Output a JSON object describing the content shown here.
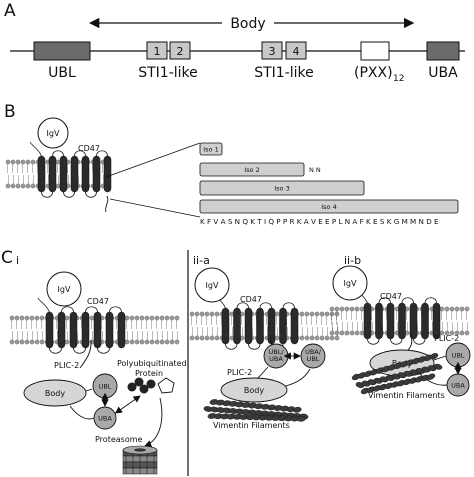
{
  "panel_a": {
    "label": "A",
    "body_label": "Body",
    "domains": {
      "ubl": "UBL",
      "sti1_a": "STI1-like",
      "sti1_b": "STI1-like",
      "pxx": "(PXX)",
      "pxx_sub": "12",
      "uba": "UBA",
      "box1": "1",
      "box2": "2",
      "box3": "3",
      "box4": "4"
    }
  },
  "panel_b": {
    "label": "B",
    "igv": "IgV",
    "cd47": "CD47",
    "isoforms": [
      "Iso 1",
      "Iso 2",
      "Iso 3",
      "Iso 4"
    ],
    "nn": "N N",
    "sequence": "K F V A S N Q K T I Q P P R K A V E E P L N A F K E S K G M M N D E"
  },
  "panel_c": {
    "label": "C",
    "sub_i": "i",
    "sub_iia": "ii-a",
    "sub_iib": "ii-b",
    "i": {
      "igv": "IgV",
      "cd47": "CD47",
      "plic": "PLIC-2",
      "body": "Body",
      "ubl": "UBL",
      "uba": "UBA",
      "polyub_l1": "Polyubiquitinated",
      "polyub_l2": "Protein",
      "proteasome": "Proteasome"
    },
    "iia": {
      "igv": "IgV",
      "cd47": "CD47",
      "plic": "PLIC-2",
      "body": "Body",
      "ubl_uba_1": "UBL/",
      "ubl_uba_2": "UBA",
      "uba_ubl_1": "UBA/",
      "uba_ubl_2": "UBL",
      "vimentin": "Vimentin Filaments"
    },
    "iib": {
      "igv": "IgV",
      "cd47": "CD47",
      "plic": "PLIC-2",
      "body": "Body",
      "ubl": "UBL",
      "uba": "UBA",
      "vimentin": "Vimentin Filaments"
    }
  },
  "colors": {
    "dark_domain": "#6b6b6b",
    "light_domain": "#c8c8c8",
    "iso_fill": "#cfcfcf",
    "body_fill": "#d6d6d6",
    "circle_fill": "#a9a9a9",
    "helix": "#2b2b2b",
    "lipid": "#9a9a9a",
    "filament": "#3a3a3a"
  }
}
